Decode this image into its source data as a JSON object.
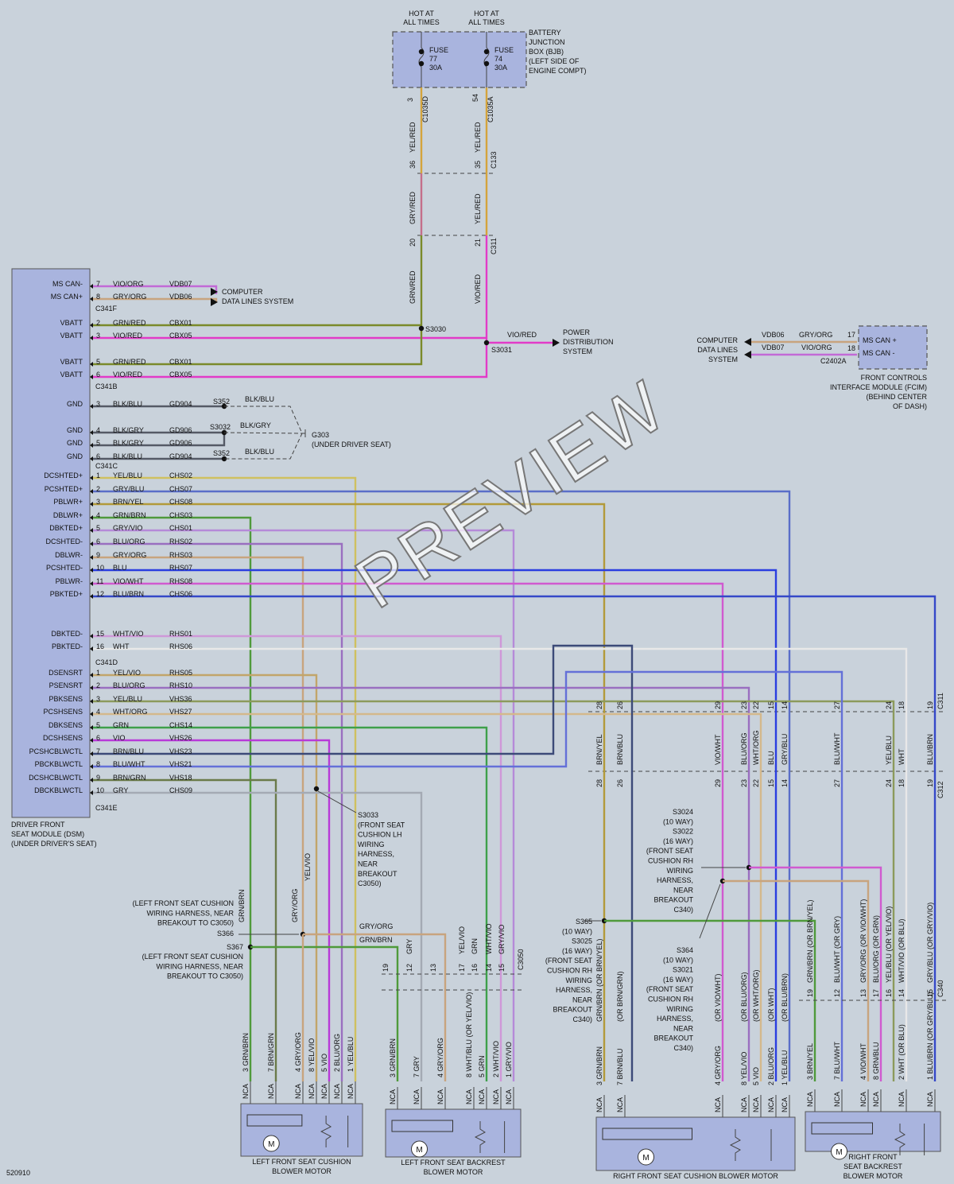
{
  "doc_id": "520910",
  "watermark": "PREVIEW",
  "bjb": {
    "hot1": [
      "HOT AT",
      "ALL TIMES"
    ],
    "hot2": [
      "HOT AT",
      "ALL TIMES"
    ],
    "fuse1": [
      "FUSE",
      "77",
      "30A"
    ],
    "fuse2": [
      "FUSE",
      "74",
      "30A"
    ],
    "title": [
      "BATTERY",
      "JUNCTION",
      "BOX (BJB)",
      "(LEFT SIDE OF",
      "ENGINE COMPT)"
    ],
    "pin1": "3",
    "conn1": "C1035D",
    "pin2": "54",
    "conn2": "C1035A",
    "w1a": "YEL/RED",
    "w2a": "YEL/RED",
    "c133a": "36",
    "c133b": "35",
    "c133": "C133",
    "w1b": "GRY/RED",
    "w2b": "YEL/RED",
    "c311a": "20",
    "c311b": "21",
    "c311": "C311",
    "w1c": "GRN/RED",
    "w2c": "VIO/RED"
  },
  "splices": {
    "s3030": "S3030",
    "s3031": "S3031",
    "s352a": "S352",
    "s3032": "S3032",
    "s352b": "S352",
    "g303": "G303",
    "g303_note": "(UNDER DRIVER SEAT)",
    "gnd1": "BLK/BLU",
    "gnd2": "BLK/GRY",
    "gnd3": "BLK/BLU",
    "power_wire": "VIO/RED",
    "power_dest": [
      "POWER",
      "DISTRIBUTION",
      "SYSTEM"
    ]
  },
  "dsm": {
    "caption": [
      "DRIVER FRONT",
      "SEAT MODULE (DSM)",
      "(UNDER DRIVER'S SEAT)"
    ],
    "c341f_rows": [
      {
        "name": "MS CAN-",
        "pin": "7",
        "color": "VIO/ORG",
        "circuit": "VDB07"
      },
      {
        "name": "MS CAN+",
        "pin": "8",
        "color": "GRY/ORG",
        "circuit": "VDB06"
      }
    ],
    "c341f": "C341F",
    "cdl": [
      "COMPUTER",
      "DATA LINES SYSTEM"
    ],
    "c341b_rows": [
      {
        "name": "VBATT",
        "pin": "2",
        "color": "GRN/RED",
        "circuit": "CBX01"
      },
      {
        "name": "VBATT",
        "pin": "3",
        "color": "VIO/RED",
        "circuit": "CBX05"
      },
      {
        "name": "VBATT",
        "pin": "5",
        "color": "GRN/RED",
        "circuit": "CBX01"
      },
      {
        "name": "VBATT",
        "pin": "6",
        "color": "VIO/RED",
        "circuit": "CBX05"
      }
    ],
    "c341b": "C341B",
    "c341c_rows": [
      {
        "name": "GND",
        "pin": "3",
        "color": "BLK/BLU",
        "circuit": "GD904"
      },
      {
        "name": "GND",
        "pin": "4",
        "color": "BLK/GRY",
        "circuit": "GD906"
      },
      {
        "name": "GND",
        "pin": "5",
        "color": "BLK/GRY",
        "circuit": "GD906"
      },
      {
        "name": "GND",
        "pin": "6",
        "color": "BLK/BLU",
        "circuit": "GD904"
      }
    ],
    "c341c": "C341C",
    "c341d_rows": [
      {
        "name": "DCSHTED+",
        "pin": "1",
        "color": "YEL/BLU",
        "circuit": "CHS02"
      },
      {
        "name": "PCSHTED+",
        "pin": "2",
        "color": "GRY/BLU",
        "circuit": "CHS07"
      },
      {
        "name": "PBLWR+",
        "pin": "3",
        "color": "BRN/YEL",
        "circuit": "CHS08"
      },
      {
        "name": "DBLWR+",
        "pin": "4",
        "color": "GRN/BRN",
        "circuit": "CHS03"
      },
      {
        "name": "DBKTED+",
        "pin": "5",
        "color": "GRY/VIO",
        "circuit": "CHS01"
      },
      {
        "name": "DCSHTED-",
        "pin": "6",
        "color": "BLU/ORG",
        "circuit": "RHS02"
      },
      {
        "name": "DBLWR-",
        "pin": "9",
        "color": "GRY/ORG",
        "circuit": "RHS03"
      },
      {
        "name": "PCSHTED-",
        "pin": "10",
        "color": "BLU",
        "circuit": "RHS07"
      },
      {
        "name": "PBLWR-",
        "pin": "11",
        "color": "VIO/WHT",
        "circuit": "RHS08"
      },
      {
        "name": "PBKTED+",
        "pin": "12",
        "color": "BLU/BRN",
        "circuit": "CHS06"
      },
      {
        "name": "DBKTED-",
        "pin": "15",
        "color": "WHT/VIO",
        "circuit": "RHS01"
      },
      {
        "name": "PBKTED-",
        "pin": "16",
        "color": "WHT",
        "circuit": "RHS06"
      }
    ],
    "c341d": "C341D",
    "c341e_rows": [
      {
        "name": "DSENSRT",
        "pin": "1",
        "color": "YEL/VIO",
        "circuit": "RHS05"
      },
      {
        "name": "PSENSRT",
        "pin": "2",
        "color": "BLU/ORG",
        "circuit": "RHS10"
      },
      {
        "name": "PBKSENS",
        "pin": "3",
        "color": "YEL/BLU",
        "circuit": "VHS36"
      },
      {
        "name": "PCSHSENS",
        "pin": "4",
        "color": "WHT/ORG",
        "circuit": "VHS27"
      },
      {
        "name": "DBKSENS",
        "pin": "5",
        "color": "GRN",
        "circuit": "CHS14"
      },
      {
        "name": "DCSHSENS",
        "pin": "6",
        "color": "VIO",
        "circuit": "VHS26"
      },
      {
        "name": "PCSHCBLWCTL",
        "pin": "7",
        "color": "BRN/BLU",
        "circuit": "VHS23"
      },
      {
        "name": "PBCKBLWCTL",
        "pin": "8",
        "color": "BLU/WHT",
        "circuit": "VHS21"
      },
      {
        "name": "DCSHCBLWCTL",
        "pin": "9",
        "color": "BRN/GRN",
        "circuit": "VHS18"
      },
      {
        "name": "DBCKBLWCTL",
        "pin": "10",
        "color": "GRY",
        "circuit": "CHS09"
      }
    ],
    "c341e": "C341E"
  },
  "fcim": {
    "pins": [
      {
        "name": "MS CAN +",
        "pin": "17",
        "color": "GRY/ORG",
        "circuit": "VDB06"
      },
      {
        "name": "MS CAN -",
        "pin": "18",
        "color": "VIO/ORG",
        "circuit": "VDB07"
      }
    ],
    "conn": "C2402A",
    "cdl": [
      "COMPUTER",
      "DATA LINES",
      "SYSTEM"
    ],
    "title": [
      "FRONT CONTROLS",
      "INTERFACE MODULE (FCIM)",
      "(BEHIND CENTER",
      "OF DASH)"
    ]
  },
  "c311_bus": {
    "top_conn": "C311",
    "bot_conn": "C312",
    "pins": [
      {
        "pin": "28",
        "color": "BRN/YEL"
      },
      {
        "pin": "26",
        "color": "BRN/BLU"
      },
      {
        "pin": "29",
        "color": "VIO/WHT"
      },
      {
        "pin": "23",
        "color": "BLU/ORG"
      },
      {
        "pin": "22",
        "color": "WHT/ORG"
      },
      {
        "pin": "15",
        "color": "BLU"
      },
      {
        "pin": "14",
        "color": "GRY/BLU"
      },
      {
        "pin": "27",
        "color": "BLU/WHT"
      },
      {
        "pin": "24",
        "color": "YEL/BLU"
      },
      {
        "pin": "18",
        "color": "WHT"
      },
      {
        "pin": "19",
        "color": "BLU/BRN"
      }
    ]
  },
  "notes": {
    "s3033": [
      "S3033",
      "(FRONT SEAT",
      "CUSHION LH",
      "WIRING",
      "HARNESS,",
      "NEAR",
      "BREAKOUT",
      "C3050)"
    ],
    "s366": [
      "(LEFT FRONT SEAT CUSHION",
      "WIRING HARNESS, NEAR",
      "BREAKOUT TO C3050)",
      "S366"
    ],
    "s367": [
      "S367",
      "(LEFT FRONT SEAT CUSHION",
      "WIRING HARNESS, NEAR",
      "BREAKOUT TO C3050)"
    ],
    "s3024": [
      "S3024",
      "(10 WAY)",
      "S3022",
      "(16 WAY)",
      "(FRONT SEAT",
      "CUSHION RH",
      "WIRING",
      "HARNESS,",
      "NEAR",
      "BREAKOUT",
      "C340)"
    ],
    "s365": [
      "S365",
      "(10 WAY)",
      "S3025",
      "(16 WAY)",
      "(FRONT SEAT",
      "CUSHION RH",
      "WIRING",
      "HARNESS,",
      "NEAR",
      "BREAKOUT",
      "C340)"
    ],
    "s364": [
      "S364",
      "(10 WAY)",
      "S3021",
      "(16 WAY)",
      "(FRONT SEAT",
      "CUSHION RH",
      "WIRING",
      "HARNESS,",
      "NEAR",
      "BREAKOUT",
      "C340)"
    ],
    "gry_org": "GRY/ORG",
    "grn_brn": "GRN/BRN",
    "grn_brn_v": "GRN/BRN",
    "gry_org_v": "GRY/ORG",
    "yel_vio_v": "YEL/VIO"
  },
  "c3050": {
    "conn": "C3050",
    "pins": [
      {
        "pin": "19",
        "color": ""
      },
      {
        "pin": "12",
        "color": "GRY"
      },
      {
        "pin": "13",
        "color": ""
      },
      {
        "pin": "17",
        "color": "YEL/VIO"
      },
      {
        "pin": "16",
        "color": "GRN"
      },
      {
        "pin": "14",
        "color": "WHT/VIO"
      },
      {
        "pin": "15",
        "color": "GRY/VIO"
      }
    ]
  },
  "c340": {
    "conn": "C340",
    "pins": [
      {
        "pin": "19",
        "color": "GRN/BRN (OR BRN/YEL)"
      },
      {
        "pin": "12",
        "color": "BLU/WHT (OR GRY)"
      },
      {
        "pin": "13",
        "color": "GRY/ORG (OR VIO/WHT)"
      },
      {
        "pin": "17",
        "color": "BLU/ORG (OR GRN)"
      },
      {
        "pin": "16",
        "color": "YEL/BLU (OR YEL/VIO)"
      },
      {
        "pin": "14",
        "color": "WHT/VIO (OR BLU)"
      },
      {
        "pin": "15",
        "color": "GRY/BLU (OR GRY/VIO)"
      }
    ],
    "rh_upper": [
      {
        "color": "GRN/BRN (OR BRN/YEL)"
      },
      {
        "color": "(OR BRN/GRN)"
      },
      {
        "color": "(OR VIO/WHT)"
      },
      {
        "color": "(OR BLU/ORG)"
      },
      {
        "color": "(OR WHT/ORG)"
      },
      {
        "color": "(OR WHT)"
      },
      {
        "color": "(OR BLU/BRN)"
      }
    ]
  },
  "motors": {
    "lf_cushion": {
      "title": [
        "LEFT FRONT SEAT CUSHION",
        "BLOWER MOTOR"
      ],
      "pins": [
        {
          "pin": "3",
          "color": "GRN/BRN"
        },
        {
          "pin": "7",
          "color": "BRN/GRN"
        },
        {
          "pin": "4",
          "color": "GRY/ORG"
        },
        {
          "pin": "8",
          "color": "YEL/VIO"
        },
        {
          "pin": "5",
          "color": "VIO"
        },
        {
          "pin": "2",
          "color": "BLU/ORG"
        },
        {
          "pin": "1",
          "color": "YEL/BLU"
        }
      ]
    },
    "lf_back": {
      "title": [
        "LEFT FRONT SEAT BACKREST",
        "BLOWER MOTOR"
      ],
      "pins": [
        {
          "pin": "3",
          "color": "GRN/BRN"
        },
        {
          "pin": "7",
          "color": "GRY"
        },
        {
          "pin": "4",
          "color": "GRY/ORG"
        },
        {
          "pin": "8",
          "color": "WHT/BLU (OR YEL/VIO)"
        },
        {
          "pin": "5",
          "color": "GRN"
        },
        {
          "pin": "2",
          "color": "WHT/VIO"
        },
        {
          "pin": "1",
          "color": "GRY/VIO"
        }
      ]
    },
    "rf_cushion": {
      "title": [
        "RIGHT FRONT SEAT CUSHION BLOWER MOTOR"
      ],
      "pins": [
        {
          "pin": "3",
          "color": "GRN/BRN"
        },
        {
          "pin": "7",
          "color": "BRN/BLU"
        },
        {
          "pin": "4",
          "color": "GRY/ORG"
        },
        {
          "pin": "8",
          "color": "YEL/VIO"
        },
        {
          "pin": "5",
          "color": "VIO"
        },
        {
          "pin": "2",
          "color": "BLU/ORG"
        },
        {
          "pin": "1",
          "color": "YEL/BLU"
        }
      ]
    },
    "rf_back": {
      "title": [
        "RIGHT FRONT",
        "SEAT BACKREST",
        "BLOWER MOTOR"
      ],
      "pins": [
        {
          "pin": "3",
          "color": "BRN/YEL"
        },
        {
          "pin": "7",
          "color": "BLU/WHT"
        },
        {
          "pin": "4",
          "color": "VIO/WHT"
        },
        {
          "pin": "8",
          "color": "GRN/BLU"
        },
        {
          "pin": "2",
          "color": "WHT (OR BLU)"
        },
        {
          "pin": "1",
          "color": "BLU/BRN (OR GRY/BLU)"
        }
      ]
    },
    "nca": "NCA",
    "m": "M"
  }
}
